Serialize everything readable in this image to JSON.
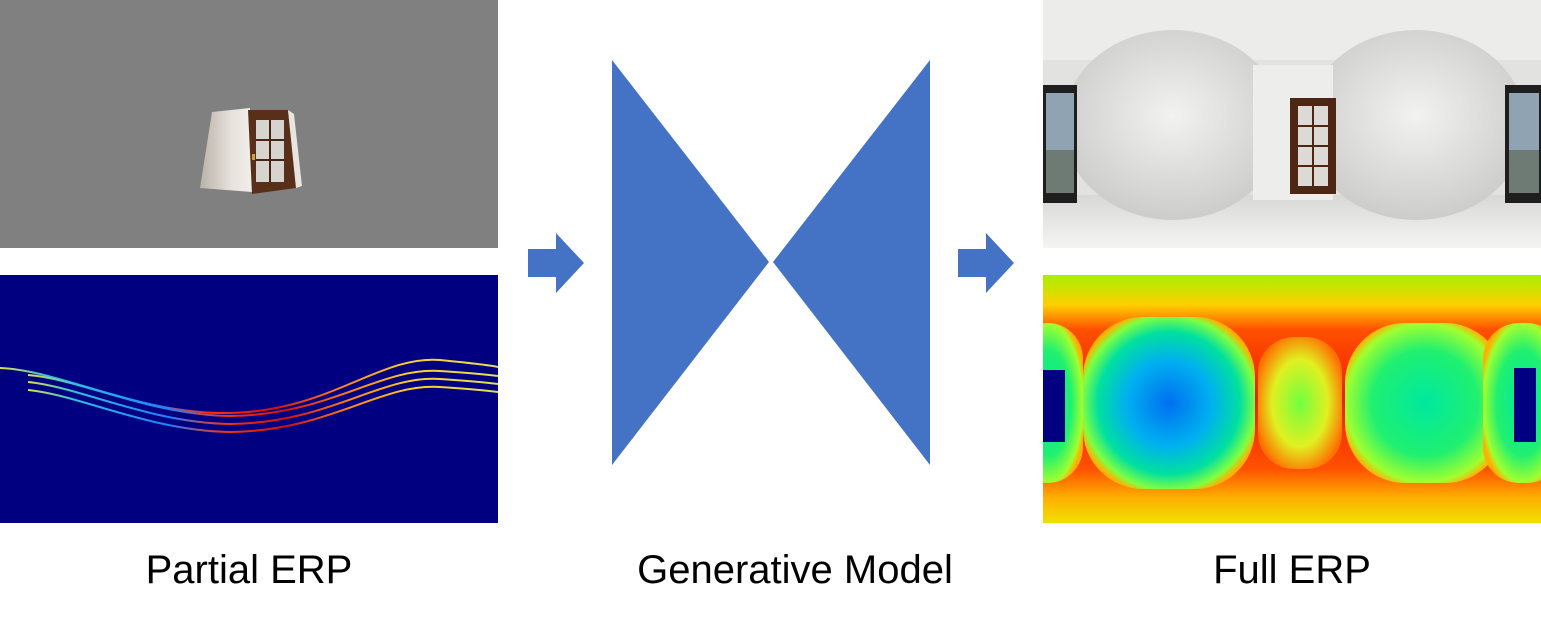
{
  "captions": {
    "left": "Partial ERP",
    "middle": "Generative Model",
    "right": "Full ERP"
  },
  "colors": {
    "arrow": "#4472c4",
    "model": "#4472c4",
    "partial_bg": "#808080",
    "depth_bg": "#000080"
  },
  "icons": {
    "arrow_left": "right-arrow-icon",
    "arrow_right": "right-arrow-icon",
    "model": "encoder-decoder-bowtie"
  }
}
